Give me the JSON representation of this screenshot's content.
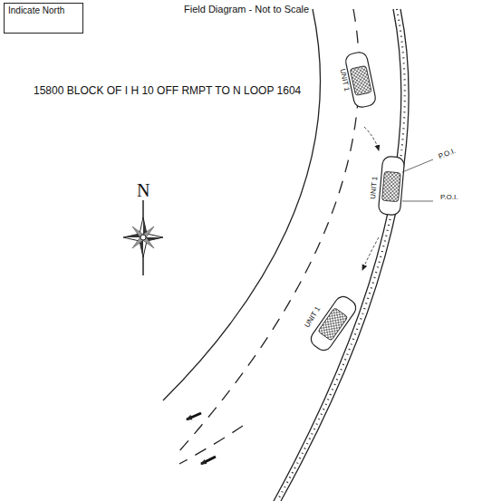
{
  "diagram": {
    "title": "Field Diagram - Not to Scale",
    "nodes": [
      {
        "text": [
          "Indicate North"
        ]
      }
    ],
    "labels": [
      "15800 BLOCK OF I H 10 OFF RMPT TO N LOOP 1604",
      "N",
      "UNIT 1",
      "UNIT 1",
      "UNIT 1",
      "P.O.I.",
      "P.O.I."
    ]
  }
}
